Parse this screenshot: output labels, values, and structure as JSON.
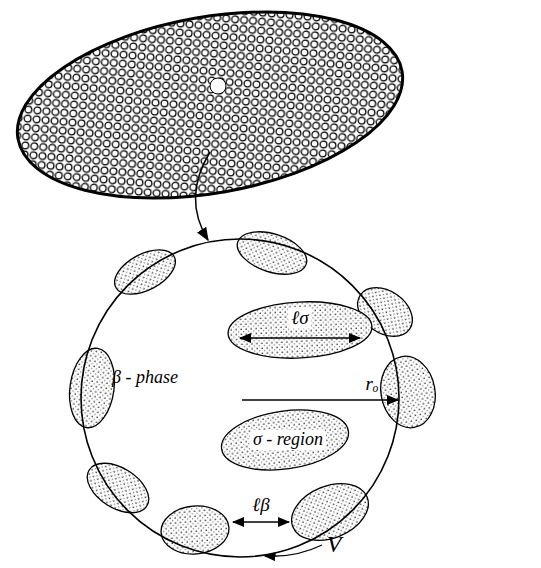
{
  "diagram": {
    "nodes": [
      {
        "text": [
          "β - phase"
        ]
      },
      {
        "text": [
          "σ - region"
        ],
        "in": 0
      }
    ],
    "labels": [
      "ℓσ",
      "rₒ",
      "ℓβ",
      "V"
    ]
  }
}
